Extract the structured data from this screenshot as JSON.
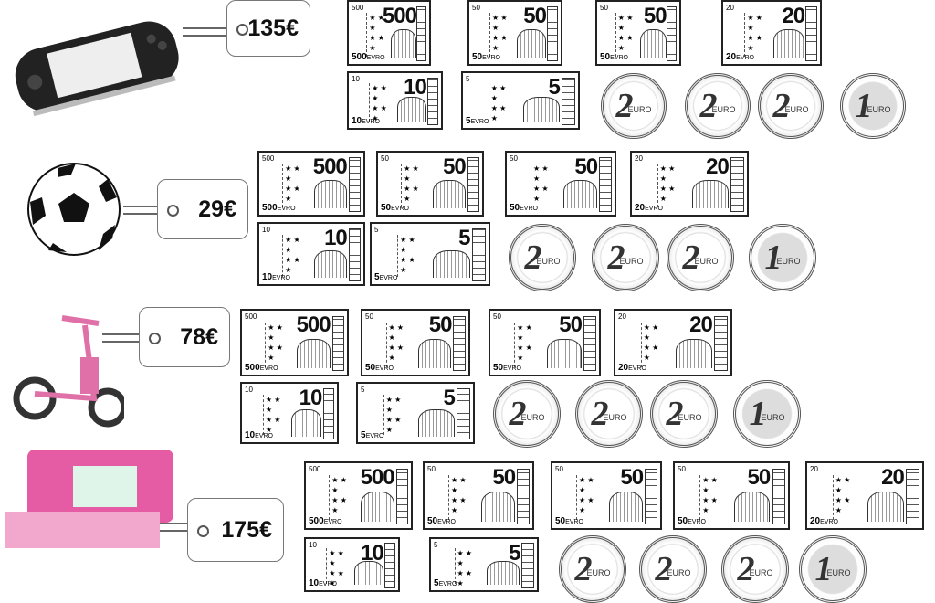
{
  "rows": [
    {
      "item": "psp-console",
      "price": "135€",
      "notes_top": [
        "500",
        "50",
        "50",
        "20"
      ],
      "notes_bottom": [
        "10",
        "5"
      ],
      "coins": [
        "2",
        "2",
        "2",
        "1"
      ]
    },
    {
      "item": "soccer-ball",
      "price": "29€",
      "notes_top": [
        "500",
        "50",
        "50",
        "20"
      ],
      "notes_bottom": [
        "10",
        "5"
      ],
      "coins": [
        "2",
        "2",
        "2",
        "1"
      ]
    },
    {
      "item": "kick-scooter",
      "price": "78€",
      "notes_top": [
        "500",
        "50",
        "50",
        "20"
      ],
      "notes_bottom": [
        "10",
        "5"
      ],
      "coins": [
        "2",
        "2",
        "2",
        "1"
      ]
    },
    {
      "item": "toy-laptop",
      "price": "175€",
      "notes_top": [
        "500",
        "50",
        "50",
        "50",
        "20"
      ],
      "notes_bottom": [
        "10",
        "5"
      ],
      "coins": [
        "2",
        "2",
        "2",
        "1"
      ]
    }
  ],
  "coin_label": "EURO",
  "note_suffix": "EVRO"
}
